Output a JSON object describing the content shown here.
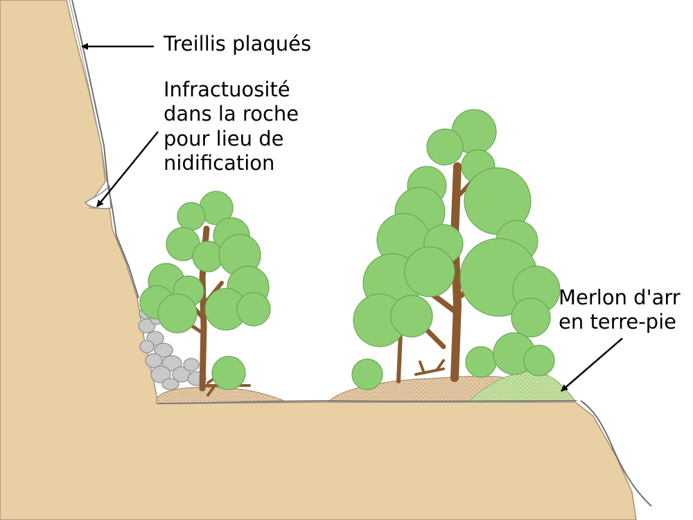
{
  "labels": {
    "treillis": "Treillis plaqués",
    "infractuosite": [
      "Infractuosité",
      "dans la roche",
      "pour lieu de",
      "nidification"
    ],
    "merlon": [
      "Merlon d'arr",
      "en terre-pie"
    ]
  },
  "colors": {
    "terrain": "#e8cfa4",
    "soil": "#e3c6a2",
    "foliage": "#8dce72",
    "foliage_outline": "#6aa655",
    "trunk": "#8a5a2e",
    "rock": "#c9c9c9",
    "berm": "#c3dfa0",
    "mesh": "#6e6e6e"
  }
}
